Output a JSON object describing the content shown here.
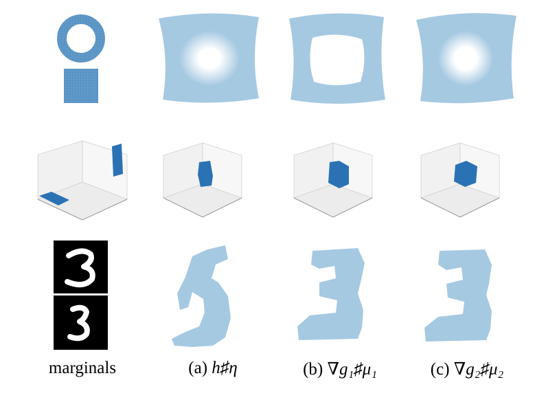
{
  "colors": {
    "marginal": "#5b95c6",
    "pushforward": "#a6c9e2",
    "cube": "#2b72b4",
    "axis_pane": "#ececec",
    "axis_line": "#b0b0b0",
    "digit_bg": "#000000",
    "digit_fg": "#ffffff"
  },
  "rows": [
    "ring-and-square",
    "3d-cubes",
    "mnist-digit-three"
  ],
  "captions": {
    "marginals": "marginals",
    "a": {
      "prefix": "(a) ",
      "math": "h♯η"
    },
    "b": {
      "prefix": "(b) ",
      "math": "∇g₁♯μ₁"
    },
    "c": {
      "prefix": "(c) ",
      "math": "∇g₂♯μ₂"
    }
  }
}
